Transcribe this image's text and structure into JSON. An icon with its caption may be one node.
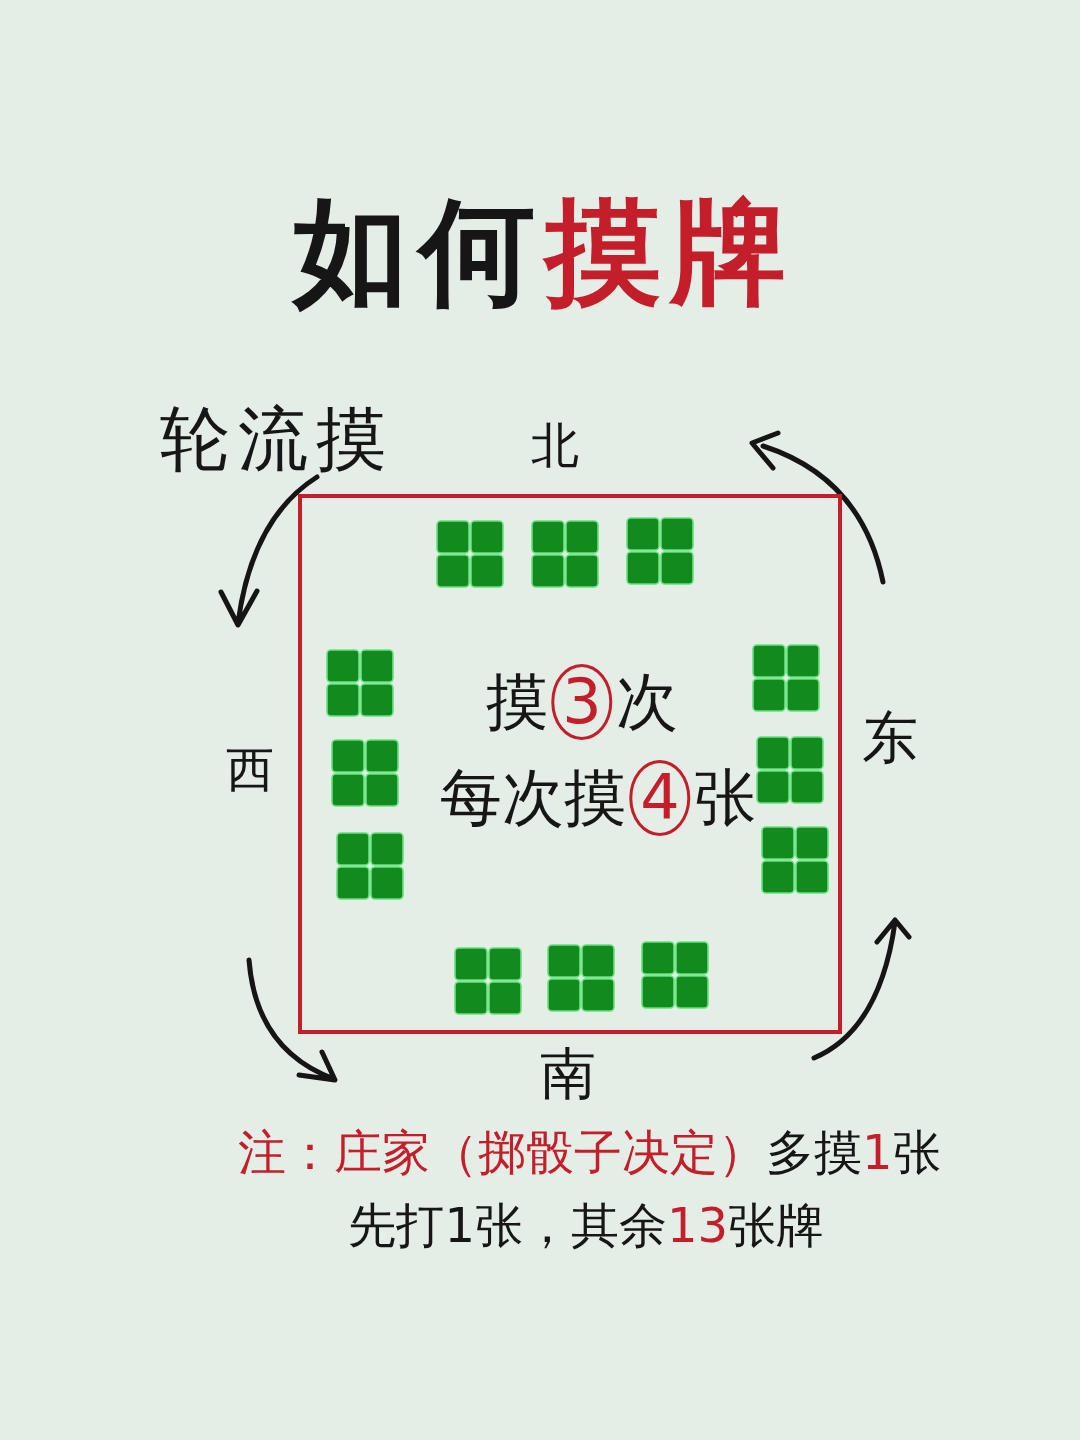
{
  "diagram": {
    "title": "如何**摸牌**",
    "nodes": [
      {
        "text": [
          "摸**3**次",
          "每次摸**4**张"
        ]
      }
    ],
    "labels": [
      "轮流摸",
      "北",
      "西",
      "东",
      "南",
      "**注：庄家（掷骰子决定）**多摸**1**张先打1张，其余**13**张牌"
    ]
  }
}
